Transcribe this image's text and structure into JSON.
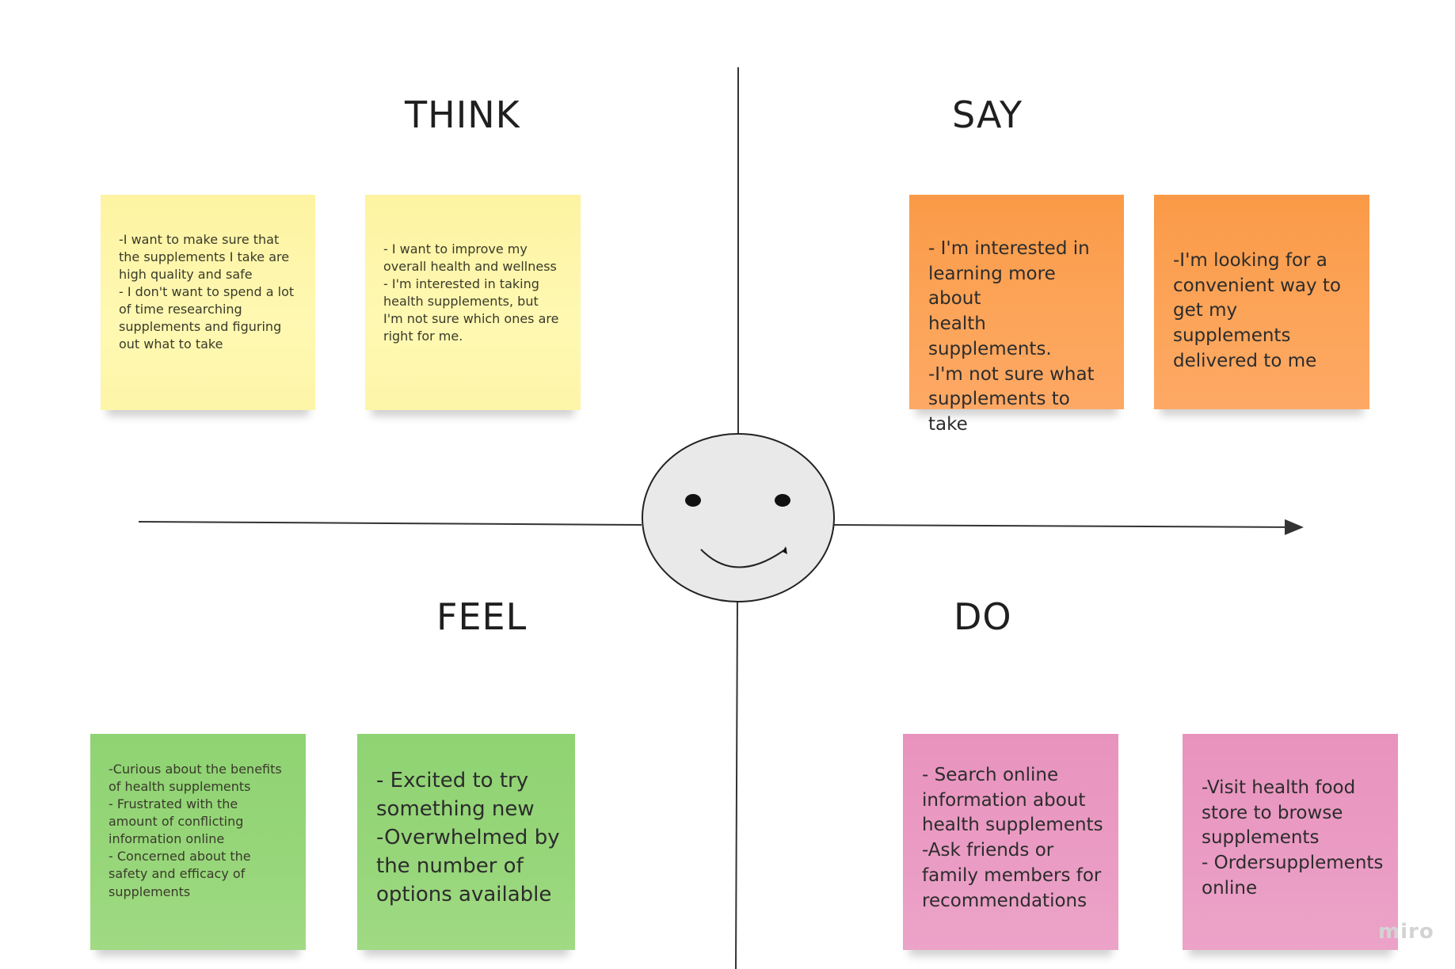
{
  "quadrants": {
    "think": "THINK",
    "say": "SAY",
    "feel": "FEEL",
    "do": "DO"
  },
  "notes": {
    "think_1": "-I want to make sure that\nthe supplements I take are\nhigh quality and safe\n- I don't want to spend a lot\nof time researching\nsupplements and figuring\nout what to take",
    "think_2": "- I want to improve my\noverall health and wellness\n- I'm interested in taking\nhealth supplements, but\nI'm not sure which ones are\nright for me.",
    "say_1": "- I'm interested in\nlearning more about\nhealth supplements.\n-I'm not sure what\nsupplements to take",
    "say_2": "-I'm looking for a\nconvenient way to\nget my supplements\ndelivered to me",
    "feel_1": "-Curious about the benefits\nof health supplements\n- Frustrated with the\namount of conflicting\ninformation online\n- Concerned about the\nsafety and efficacy of\nsupplements",
    "feel_2": "- Excited to try\nsomething new\n-Overwhelmed by\nthe number of\noptions available",
    "do_1": "- Search online\ninformation about\nhealth supplements\n-Ask friends or\nfamily members for\nrecommendations",
    "do_2": "-Visit health food\nstore to browse\nsupplements\n- Ordersupplements\nonline"
  },
  "note_colors": {
    "think": "#fef6a8",
    "say": "#fca255",
    "feel": "#96d579",
    "do": "#ea9bc3"
  },
  "watermark": "miro",
  "center_icon": "smiley-face-icon"
}
